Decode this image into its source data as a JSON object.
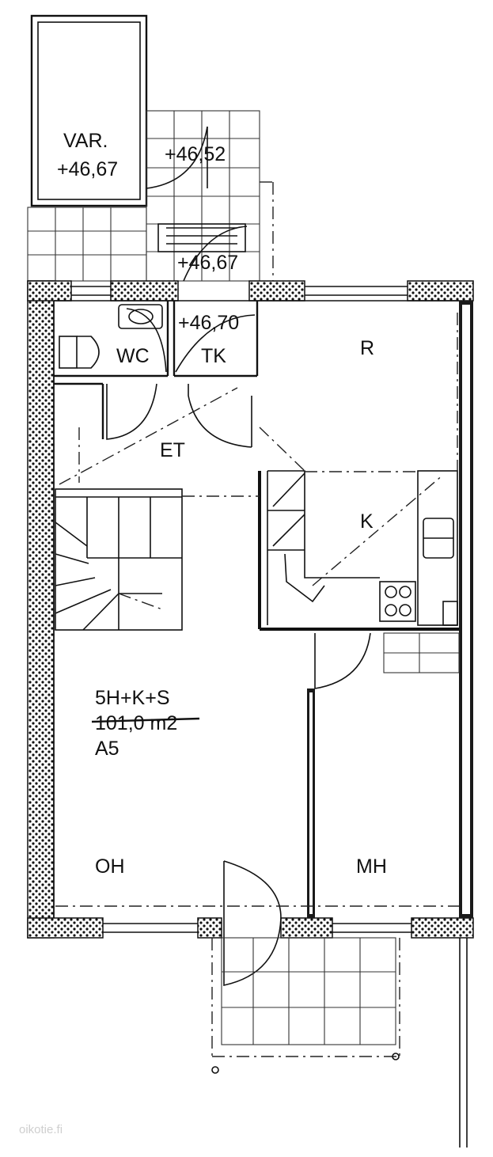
{
  "plan": {
    "rooms": {
      "var": "VAR.",
      "wc": "WC",
      "tk": "TK",
      "et": "ET",
      "r": "R",
      "k": "K",
      "oh": "OH",
      "mh": "MH"
    },
    "levels": {
      "var_level": "+46,67",
      "entry_step_level": "+46,52",
      "porch_level": "+46,67",
      "tk_level": "+46,70"
    },
    "summary": {
      "type": "5H+K+S",
      "area": "101,0 m2",
      "apartment": "A5"
    },
    "watermark": "oikotie.fi"
  }
}
